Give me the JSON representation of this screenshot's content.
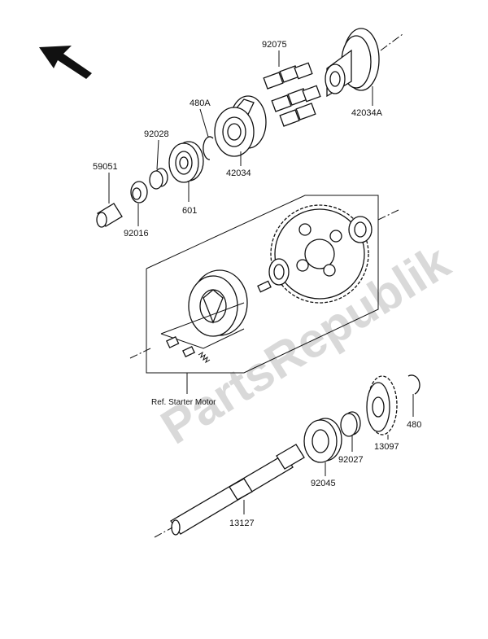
{
  "watermark": "PartsRepublik",
  "reference_label": "Ref. Starter Motor",
  "part_labels": {
    "p92075": "92075",
    "p480A": "480A",
    "p42034A": "42034A",
    "p92028": "92028",
    "p42034": "42034",
    "p59051": "59051",
    "p601": "601",
    "p92016": "92016",
    "p480": "480",
    "p13097": "13097",
    "p92027": "92027",
    "p92045": "92045",
    "p13127": "13127"
  }
}
